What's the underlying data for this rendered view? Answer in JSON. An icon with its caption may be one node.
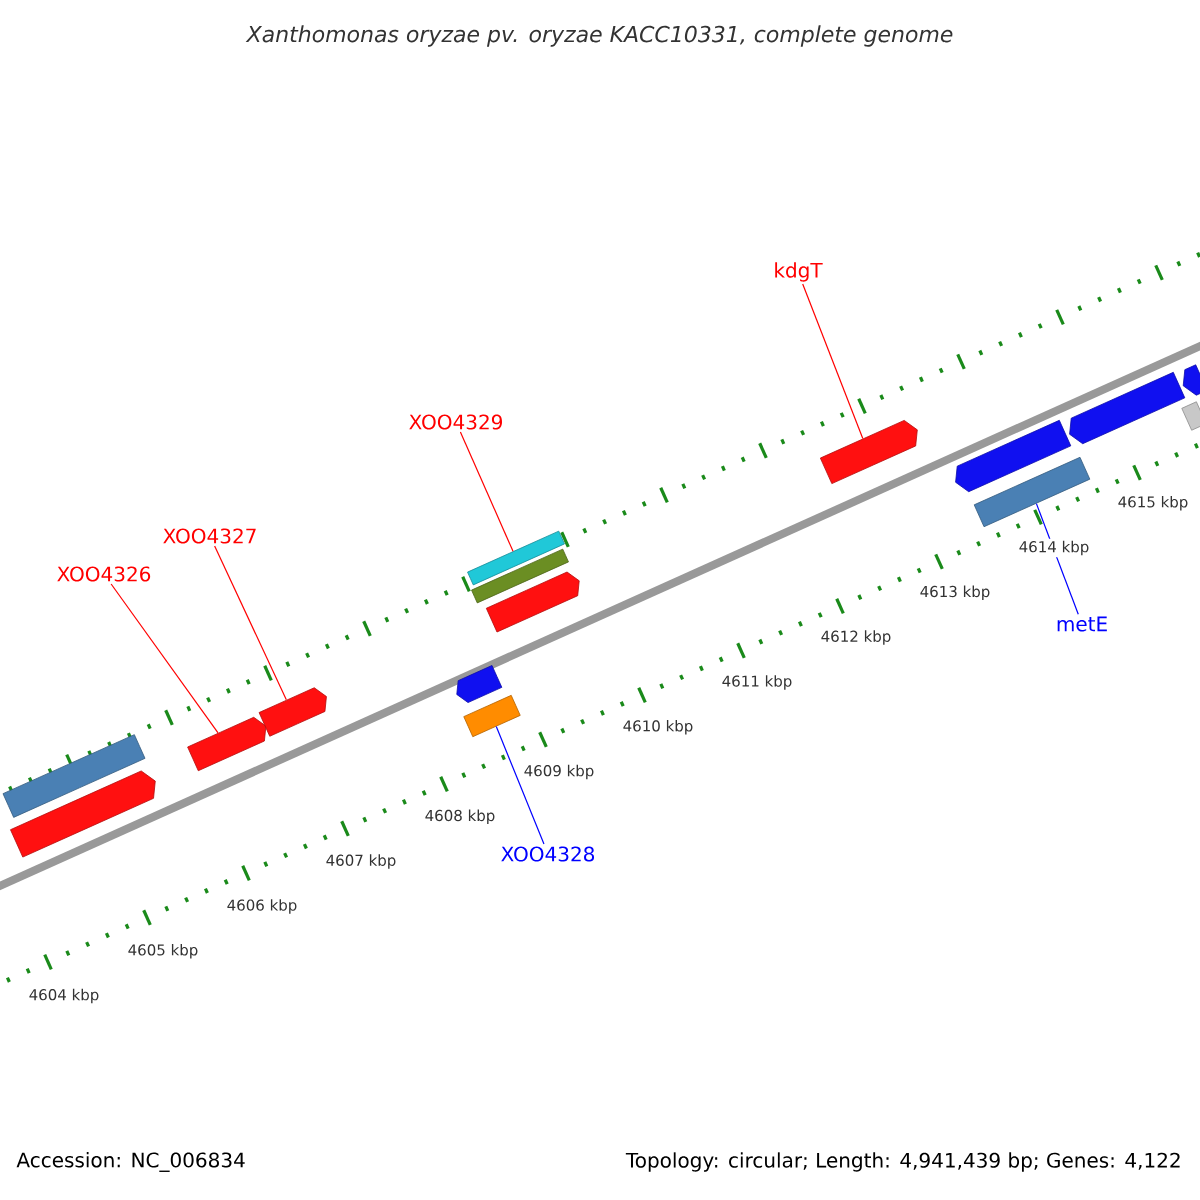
{
  "diagram": {
    "title": "Xanthomonas oryzae pv. oryzae KACC10331, complete genome",
    "nodes": [
      {
        "text": [
          "XOO4326"
        ]
      },
      {
        "text": [],
        "shape": "bar"
      },
      {
        "text": [
          "XOO4327"
        ]
      },
      {
        "text": [],
        "shape": "bar"
      },
      {
        "text": [
          "XOO4329"
        ]
      },
      {
        "text": [],
        "shape": "bar"
      },
      {
        "text": [
          "kdgT"
        ]
      },
      {
        "text": [],
        "shape": "bar"
      },
      {
        "text": [
          "metE"
        ]
      },
      {
        "text": [],
        "shape": "bar"
      },
      {
        "text": [
          "XOO4328"
        ]
      },
      {
        "text": [],
        "shape": "bar"
      },
      {
        "text": [],
        "shape": "bar"
      },
      {
        "text": [],
        "shape": "bar"
      },
      {
        "text": [],
        "shape": "bar"
      },
      {
        "text": [],
        "shape": "bar"
      },
      {
        "text": [],
        "shape": "bar"
      },
      {
        "text": [],
        "shape": "bar"
      },
      {
        "text": [],
        "shape": "bar"
      },
      {
        "text": [],
        "shape": "bar"
      },
      {
        "text": [],
        "shape": "bar"
      }
    ],
    "edges": [
      {
        "from": 0,
        "to": 1,
        "arrow": "none"
      },
      {
        "from": 2,
        "to": 3,
        "arrow": "none"
      },
      {
        "from": 4,
        "to": 5,
        "arrow": "none"
      },
      {
        "from": 6,
        "to": 7,
        "arrow": "none"
      },
      {
        "from": 8,
        "to": 9,
        "arrow": "none",
        "color": "#0000ff"
      },
      {
        "from": 10,
        "to": 11,
        "arrow": "none",
        "color": "#0000ff"
      }
    ],
    "labels": [
      "4604 kbp",
      "4605 kbp",
      "4606 kbp",
      "4607 kbp",
      "4608 kbp",
      "4609 kbp",
      "4610 kbp",
      "4611 kbp",
      "4612 kbp",
      "4613 kbp",
      "4614 kbp",
      "4615 kbp",
      "Accession: NC_006834",
      "Topology: circular; Length: 4,941,439 bp; Genes: 4,122"
    ]
  }
}
